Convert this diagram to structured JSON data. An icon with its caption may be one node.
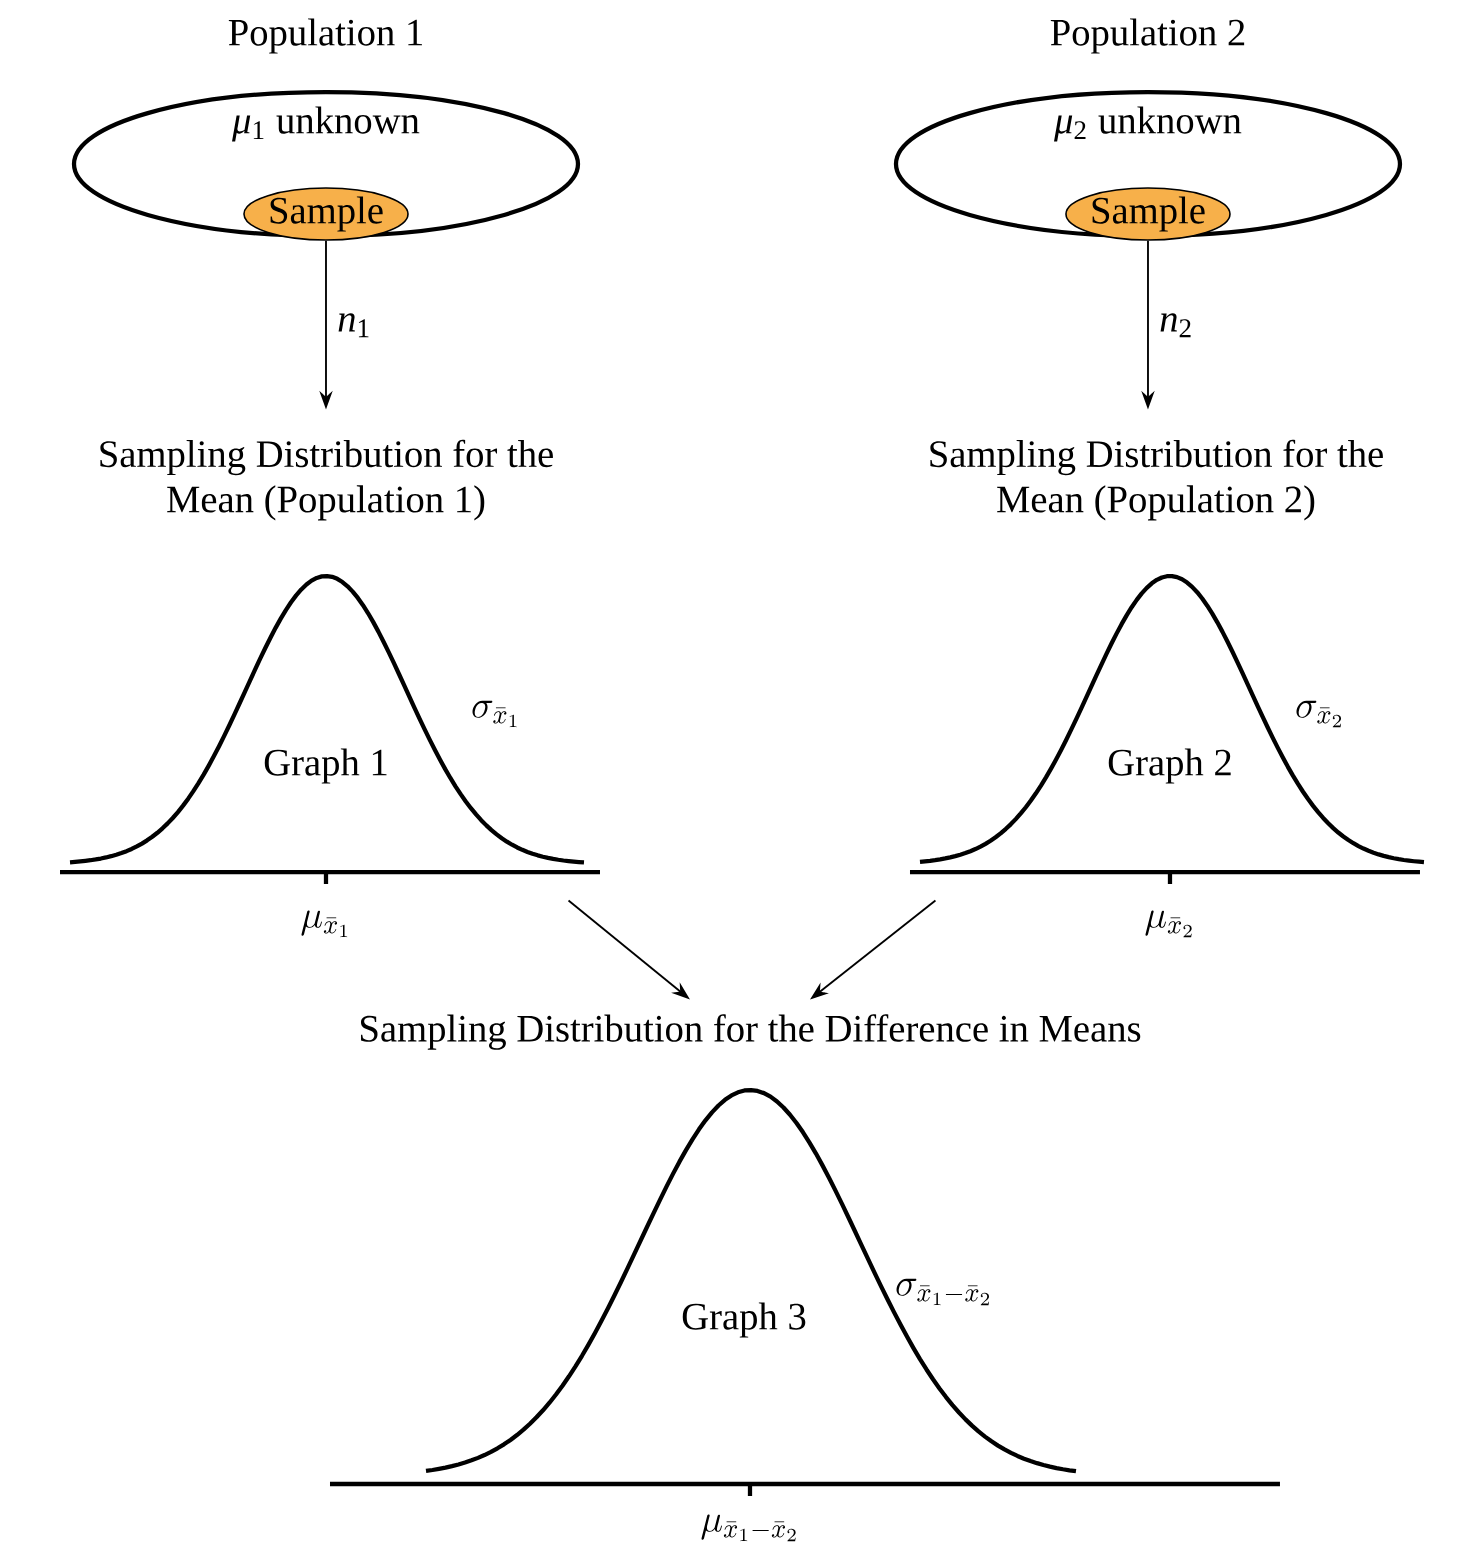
{
  "diagram": {
    "nodes": [
      {
        "text": [
          "Population 1",
          "*μ*$_{1}$ unknown"
        ]
      },
      {
        "text": [
          "Sample"
        ],
        "in": 0
      },
      {
        "text": [
          "Population 2",
          "*μ*$_{2}$ unknown"
        ]
      },
      {
        "text": [
          "Sample"
        ],
        "in": 2
      },
      {
        "text": [
          "Sampling Distribution for the Mean (Population 1)",
          "Graph 1",
          "\\sigma_{\\bar{x}_1}"
        ],
        "beside": [
          "\\mu_{\\bar{x}_1}"
        ]
      },
      {
        "text": [
          "Sampling Distribution for the Mean (Population 2)",
          "Graph 2",
          "\\sigma_{\\bar{x}_2}"
        ],
        "beside": [
          "\\mu_{\\bar{x}_2}"
        ]
      },
      {
        "text": [
          "Sampling Distribution for the Difference in Means",
          "Graph 3",
          "\\sigma_{\\bar{x}_1-\\bar{x}_2}"
        ],
        "beside": [
          "\\mu_{\\bar{x}_1-\\bar{x}_2}"
        ]
      }
    ],
    "edges": [
      {
        "from": 1,
        "to": 4,
        "arrow": "to",
        "label": "*n*$_{1}$"
      },
      {
        "from": 3,
        "to": 5,
        "arrow": "to",
        "label": "*n*$_{2}$"
      },
      {
        "from": 4,
        "to": 6,
        "arrow": "to"
      },
      {
        "from": 5,
        "to": 6,
        "arrow": "to"
      }
    ]
  }
}
